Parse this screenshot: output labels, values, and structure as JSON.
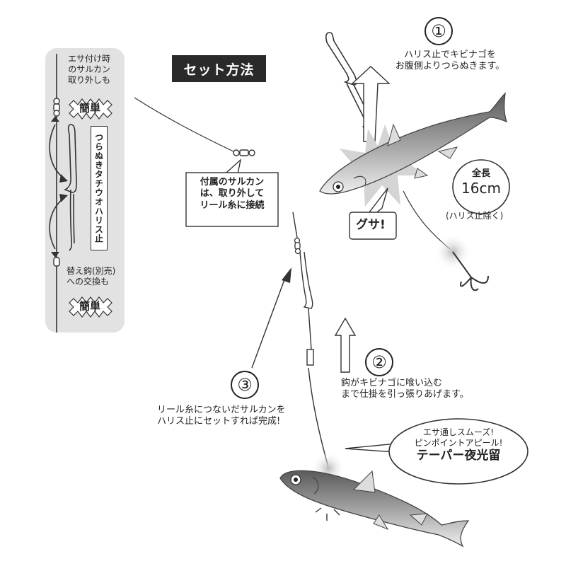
{
  "title": "セット方法",
  "sidebar": {
    "top_lines": [
      "エサ付け時",
      "のサルカン",
      "取り外しも"
    ],
    "badge_top": "簡単",
    "vertical_label": "つらぬきタチウオハリス止",
    "bottom_lines": [
      "替え鈎(別売)",
      "への交換も"
    ],
    "badge_bottom": "簡単"
  },
  "swivel_note": [
    "付属のサルカン",
    "は、取り外して",
    "リール糸に接続"
  ],
  "step1": {
    "number": "①",
    "lines": [
      "ハリス止でキビナゴを",
      "お腹側よりつらぬきます。"
    ]
  },
  "length_note": {
    "label": "全長",
    "value": "16cm",
    "note": "(ハリス止除く)"
  },
  "gusa": "グサ!",
  "step2": {
    "number": "②",
    "lines": [
      "鈎がキビナゴに喰い込む",
      "まで仕掛を引っ張りあげます。"
    ]
  },
  "step3": {
    "number": "③",
    "lines": [
      "リール糸につないだサルカンを",
      "ハリス止にセットすれば完成!"
    ]
  },
  "bubble": {
    "lines": [
      "エサ通しスムーズ!",
      "ピンポイントアピール!"
    ],
    "emphasis": "テーパー夜光留"
  },
  "colors": {
    "panel": "#e2e2e2",
    "ink": "#222222",
    "title_bg": "#2a2a2a",
    "fish_dark": "#6e6e6e",
    "fish_light": "#d8d8d8"
  }
}
